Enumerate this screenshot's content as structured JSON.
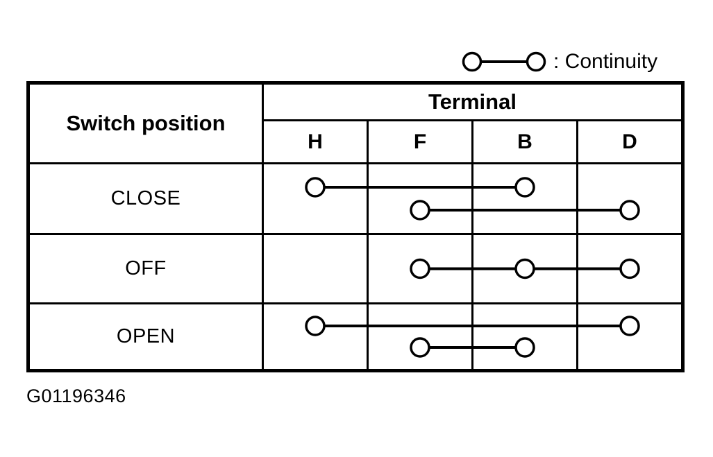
{
  "legend": {
    "label": ": Continuity"
  },
  "table": {
    "corner_header": "Switch position",
    "group_header": "Terminal",
    "columns": [
      "H",
      "F",
      "B",
      "D"
    ],
    "rows": [
      {
        "label": "CLOSE",
        "connections": [
          [
            "H",
            "B"
          ],
          [
            "F",
            "D"
          ]
        ]
      },
      {
        "label": "OFF",
        "connections": [
          [
            "F",
            "B",
            "D"
          ]
        ]
      },
      {
        "label": "OPEN",
        "connections": [
          [
            "H",
            "D"
          ],
          [
            "F",
            "B"
          ]
        ]
      }
    ]
  },
  "footer": {
    "figure_id": "G01196346"
  },
  "colors": {
    "ink": "#000000",
    "paper": "#ffffff"
  }
}
